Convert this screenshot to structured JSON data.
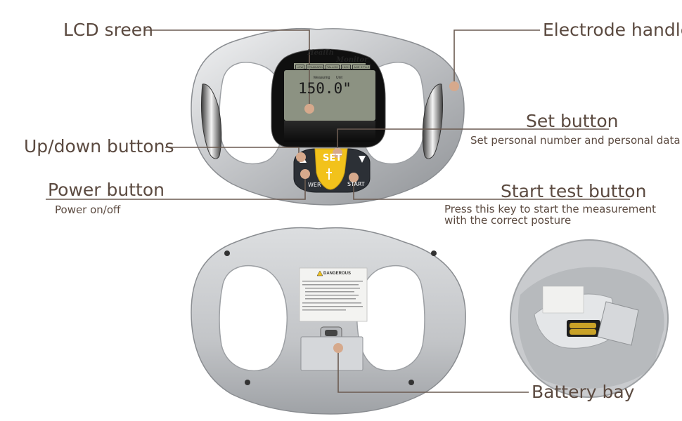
{
  "callouts": {
    "lcd_screen": {
      "title": "LCD sreen"
    },
    "electrode_handle": {
      "title": "Electrode handle"
    },
    "set_button": {
      "title": "Set button",
      "description": "Set personal number and personal data"
    },
    "updown_buttons": {
      "title": "Up/down buttons"
    },
    "power_button": {
      "title": "Power button",
      "description": "Power on/off"
    },
    "start_test_button": {
      "title": "Start test button",
      "description_line1": "Press this key to start the measurement",
      "description_line2": "with the correct posture"
    },
    "battery_bay": {
      "title": "Battery bay"
    }
  },
  "device": {
    "lcd_title_line1": "Health",
    "lcd_title_line2": "Monitor",
    "lcd_tabs": [
      "LOW",
      "STANDARD",
      "TALL/GH",
      "HIGH",
      "AGE STYLE"
    ],
    "lcd_reading": "150.0\"",
    "lcd_small_1": "Measuring",
    "lcd_small_2": "Unit",
    "set_label": "SET",
    "power_label": "WER",
    "start_label": "START",
    "warning_title": "DANGEROUS"
  },
  "colors": {
    "label_text": "#5b4a40",
    "leader_line": "#6a5a50",
    "marker_dot": "#d6a98c",
    "set_button": "#f2c21b",
    "dark_button": "#2c3036",
    "lcd": "#141414",
    "body_silver": "#c7c9cc"
  }
}
